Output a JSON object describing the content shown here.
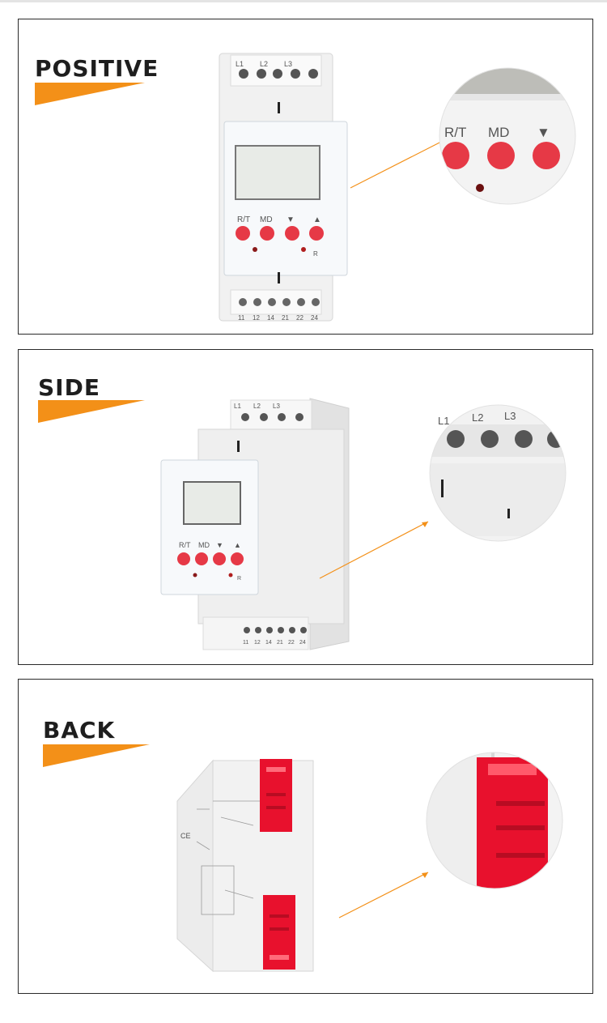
{
  "colors": {
    "accent": "#f39018",
    "button": "#e63946",
    "frame": "#2a2a2a"
  },
  "positive": {
    "heading": "POSITIVE",
    "top_terminals": [
      "L1",
      "L2",
      "L3"
    ],
    "bottom_terminals": [
      "11",
      "12",
      "14",
      "21",
      "22",
      "24"
    ],
    "buttons": [
      "R/T",
      "MD",
      "▼",
      "▲"
    ],
    "reset_label": "R",
    "zoom_buttons": [
      "R/T",
      "MD",
      "▼"
    ]
  },
  "side": {
    "heading": "SIDE",
    "top_terminals": [
      "L1",
      "L2",
      "L3"
    ],
    "bottom_terminals": [
      "11",
      "12",
      "14",
      "21",
      "22",
      "24"
    ],
    "buttons": [
      "R/T",
      "MD",
      "▼",
      "▲"
    ],
    "reset_label": "R",
    "zoom_terminals": [
      "L1",
      "L2",
      "L3"
    ]
  },
  "back": {
    "heading": "BACK",
    "ce_mark": "CE"
  }
}
